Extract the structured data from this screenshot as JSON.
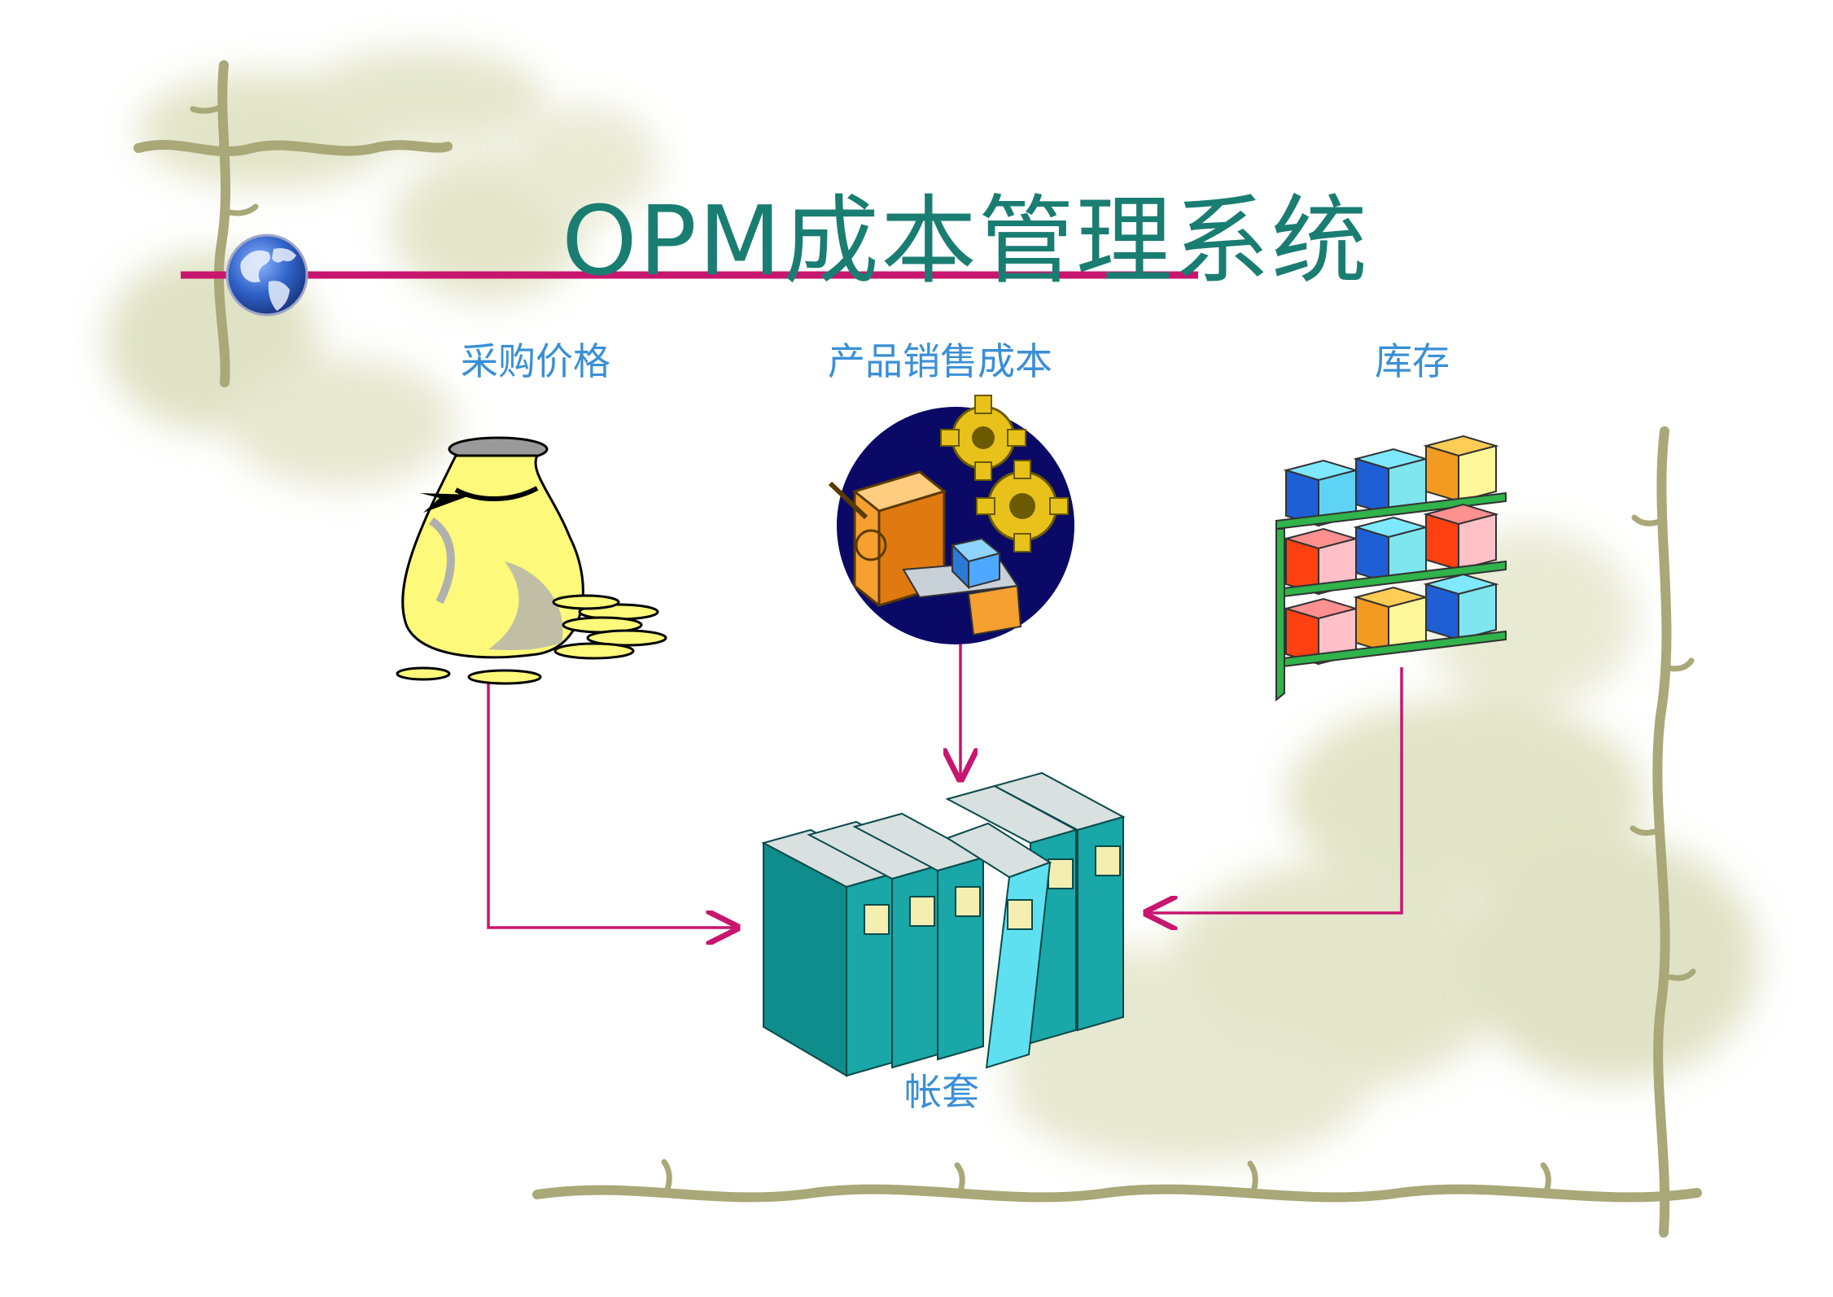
{
  "slide": {
    "title": "OPM成本管理系统"
  },
  "nodes": {
    "purchase_price": {
      "label": "采购价格",
      "icon": "money-bag-icon"
    },
    "product_sales_cost": {
      "label": "产品销售成本",
      "icon": "factory-gears-icon"
    },
    "inventory": {
      "label": "库存",
      "icon": "inventory-shelf-icon"
    },
    "account_set": {
      "label": "帐套",
      "icon": "binders-icon"
    }
  },
  "edges": [
    {
      "from": "purchase_price",
      "to": "account_set"
    },
    {
      "from": "product_sales_cost",
      "to": "account_set"
    },
    {
      "from": "inventory",
      "to": "account_set"
    }
  ],
  "colors": {
    "title": "#1a7d72",
    "label": "#3a8fd6",
    "title_rule": "#c8156e",
    "connector": "#c8156e",
    "vine": "#a8a878",
    "binder": "#19a7a7"
  }
}
